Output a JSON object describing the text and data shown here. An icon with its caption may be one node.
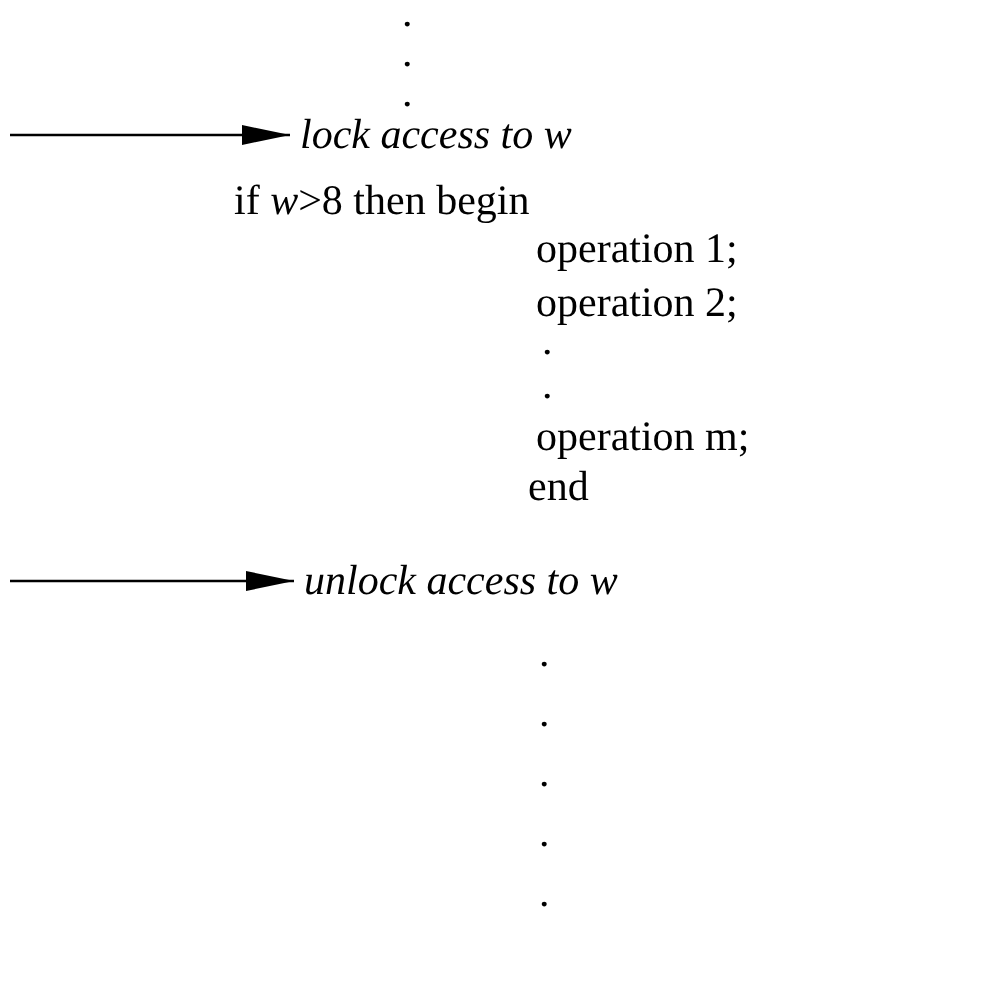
{
  "diagram": {
    "nodes": [
      {
        "text": [
          "lock access to w"
        ]
      },
      {
        "text": [
          "unlock access to w"
        ]
      }
    ],
    "edges": [
      {
        "from": null,
        "to": 0,
        "arrow": "to"
      },
      {
        "from": null,
        "to": 1,
        "arrow": "to"
      }
    ],
    "labels": [
      ".",
      ".",
      ".",
      "if *w*>8 then begin",
      "operation 1;",
      "operation 2;",
      ".",
      ".",
      "operation m;",
      "end",
      ".",
      ".",
      ".",
      ".",
      "."
    ]
  }
}
